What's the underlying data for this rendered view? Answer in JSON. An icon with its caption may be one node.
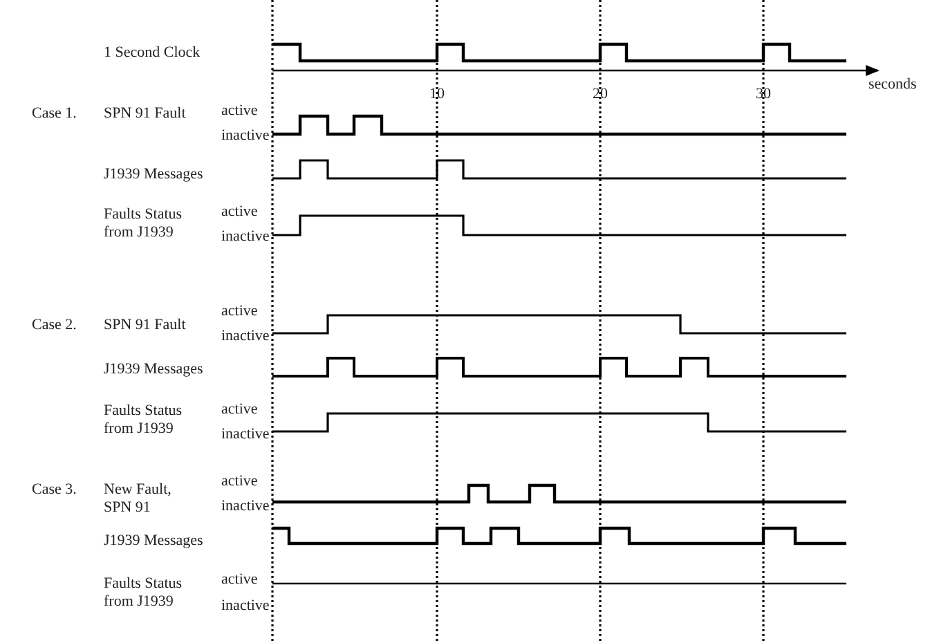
{
  "diagram": {
    "labels": [
      "1 Second Clock",
      "10",
      "20",
      "30",
      "seconds",
      "Case 1.",
      "SPN 91 Fault",
      "active",
      "inactive",
      "J1939 Messages",
      "Faults Status from J1939",
      "active",
      "inactive",
      "Case 2.",
      "SPN 91 Fault",
      "active",
      "inactive",
      "J1939 Messages",
      "Faults Status from J1939",
      "active",
      "inactive",
      "Case 3.",
      "New Fault, SPN 91",
      "active",
      "inactive",
      "J1939 Messages",
      "Faults Status from J1939",
      "active",
      "inactive"
    ]
  }
}
